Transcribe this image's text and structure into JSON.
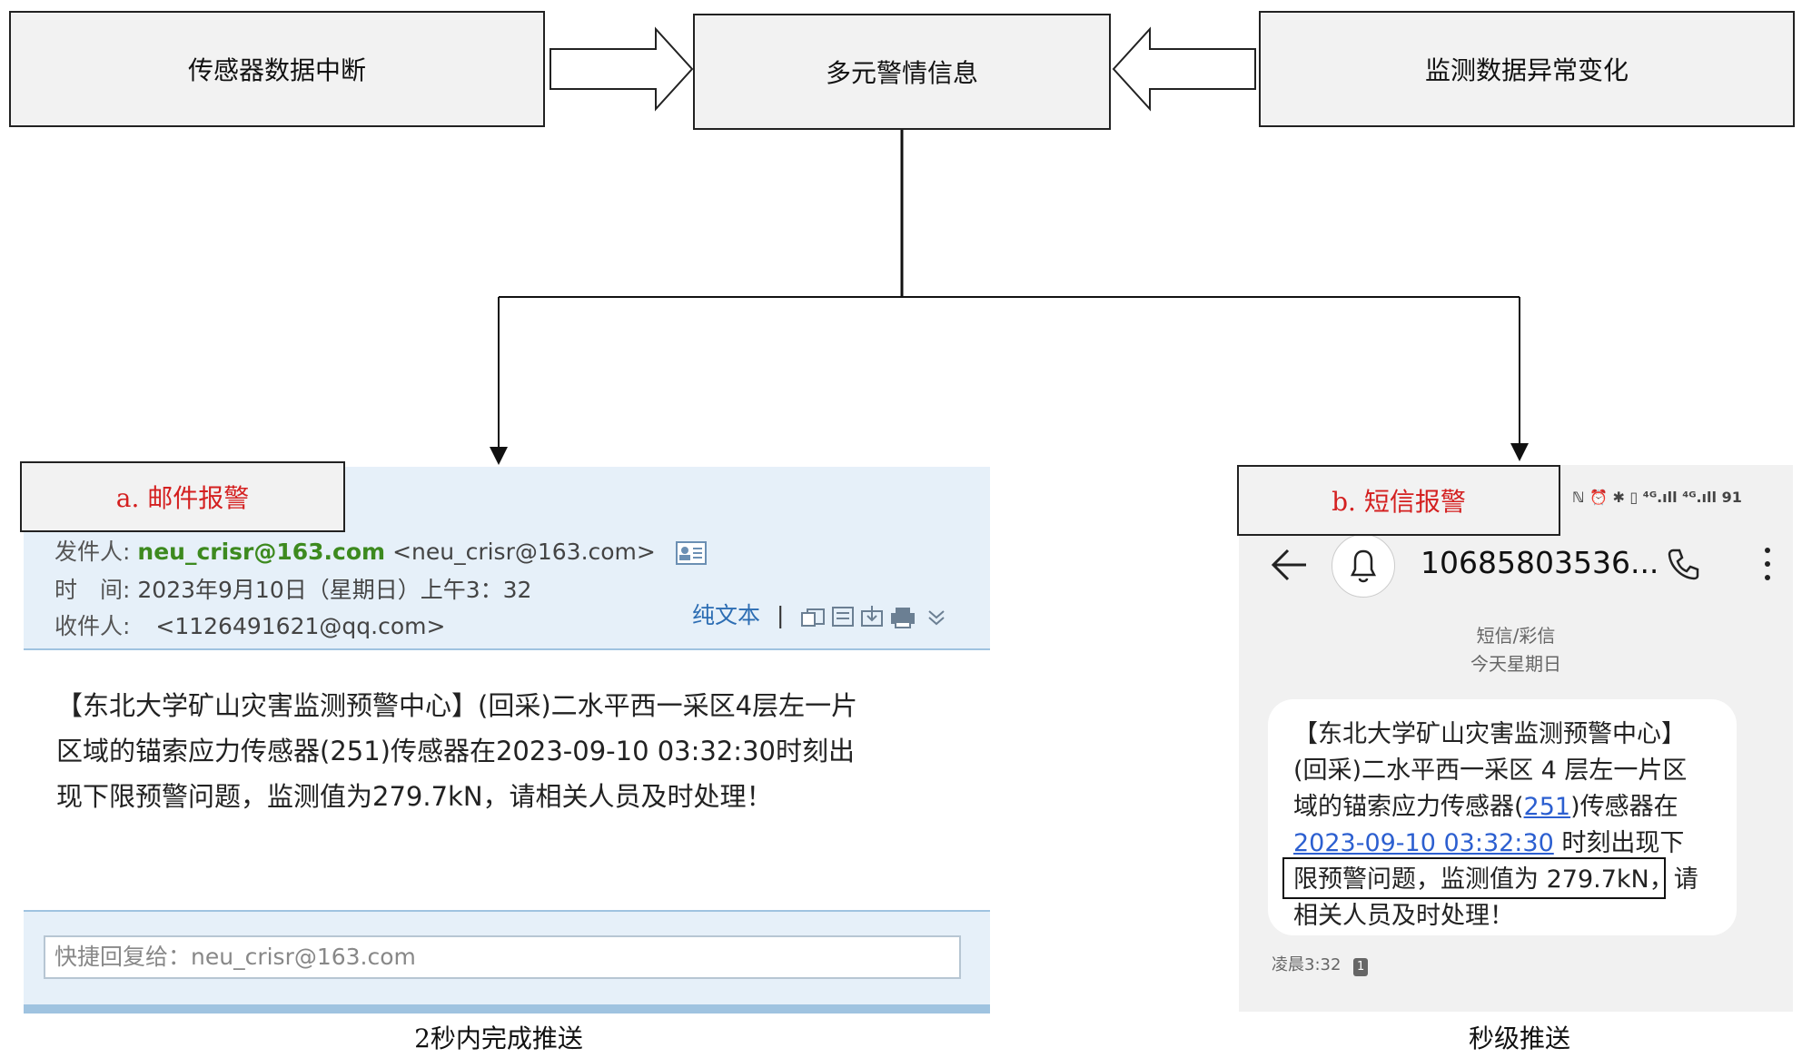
{
  "top_boxes": {
    "left": "传感器数据中断",
    "center": "多元警情信息",
    "right": "监测数据异常变化"
  },
  "email": {
    "label": "a. 邮件报警",
    "sender_label": "发件人:",
    "sender_name": "neu_crisr@163.com",
    "sender_addr": "<neu_crisr@163.com>",
    "time_label": "时　间:",
    "time_value": "2023年9月10日（星期日）上午3：32",
    "recipient_label": "收件人:",
    "recipient_value": "<1126491621@qq.com>",
    "plaintext_link": "纯文本",
    "separator": "|",
    "body_lines": [
      "【东北大学矿山灾害监测预警中心】(回采)二水平西一采区4层左一片",
      "区域的锚索应力传感器(251)传感器在2023-09-10 03:32:30时刻出",
      "现下限预警问题，监测值为279.7kN，请相关人员及时处理！"
    ],
    "reply_placeholder": "快捷回复给：neu_crisr@163.com",
    "caption": "2秒内完成推送"
  },
  "sms": {
    "label": "b. 短信报警",
    "status_icons": "ℕ ⏰ ✱ ▯ ⁴ᴳ.ıll ⁴ᴳ.ıll 91",
    "battery": "91",
    "phone_number": "10685803536...",
    "category": "短信/彩信",
    "day": "今天星期日",
    "msg_line1": "【东北大学矿山灾害监测预警中心】",
    "msg_line2": "(回采)二水平西一采区 4 层左一片区",
    "msg_line3_a": "域的锚索应力传感器(",
    "msg_line3_link": "251",
    "msg_line3_b": ")传感器在",
    "msg_line4_link": "2023-09-10 03:32:30",
    "msg_line4_b": " 时刻出现下",
    "msg_line5": "限预警问题，监测值为 279.7kN，请",
    "msg_line6": "相关人员及时处理！",
    "timestamp": "凌晨3:32",
    "sim": "1",
    "caption": "秒级推送"
  }
}
